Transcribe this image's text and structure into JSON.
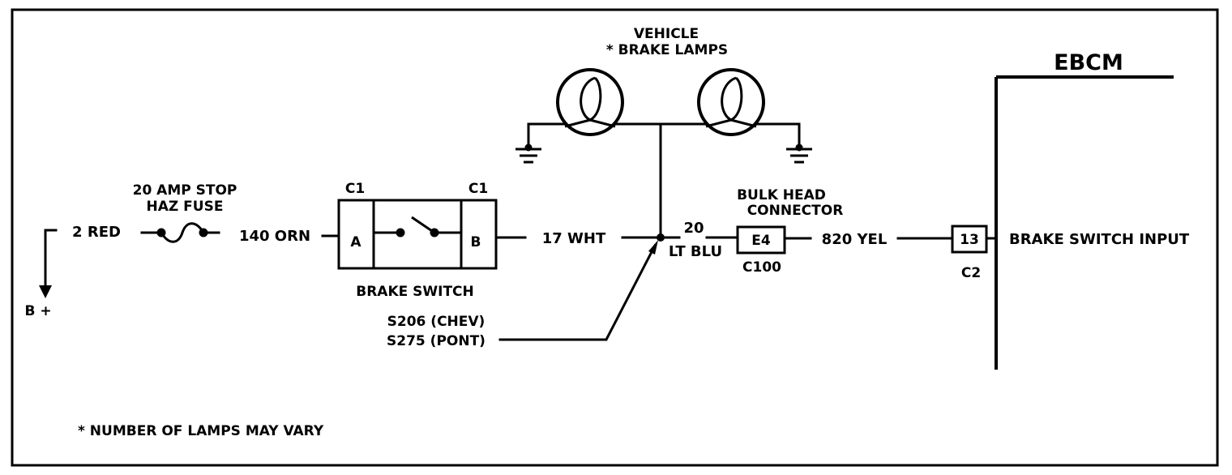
{
  "labels": {
    "vehicle": "VEHICLE",
    "brake_lamps": "* BRAKE LAMPS",
    "ebcm": "EBCM",
    "fuse_line1": "20 AMP STOP",
    "fuse_line2": "HAZ FUSE",
    "wire_2_red": "2 RED",
    "wire_140_orn": "140 ORN",
    "c1_left": "C1",
    "c1_right": "C1",
    "terminal_a": "A",
    "terminal_b": "B",
    "brake_switch": "BRAKE SWITCH",
    "wire_17_wht": "17 WHT",
    "wire_20": "20",
    "lt_blu": "LT BLU",
    "bulkhead_line1": "BULK HEAD",
    "bulkhead_line2": "CONNECTOR",
    "terminal_e4": "E4",
    "c100": "C100",
    "wire_820_yel": "820 YEL",
    "terminal_13": "13",
    "c2": "C2",
    "brake_switch_input": "BRAKE SWITCH INPUT",
    "b_plus": "B +",
    "splice_chev": "S206 (CHEV)",
    "splice_pont": "S275 (PONT)",
    "footnote": "* NUMBER OF LAMPS MAY VARY"
  },
  "icons": [
    "fuse-icon",
    "switch-icon",
    "lamp-icon",
    "ground-icon",
    "arrow-icon"
  ]
}
